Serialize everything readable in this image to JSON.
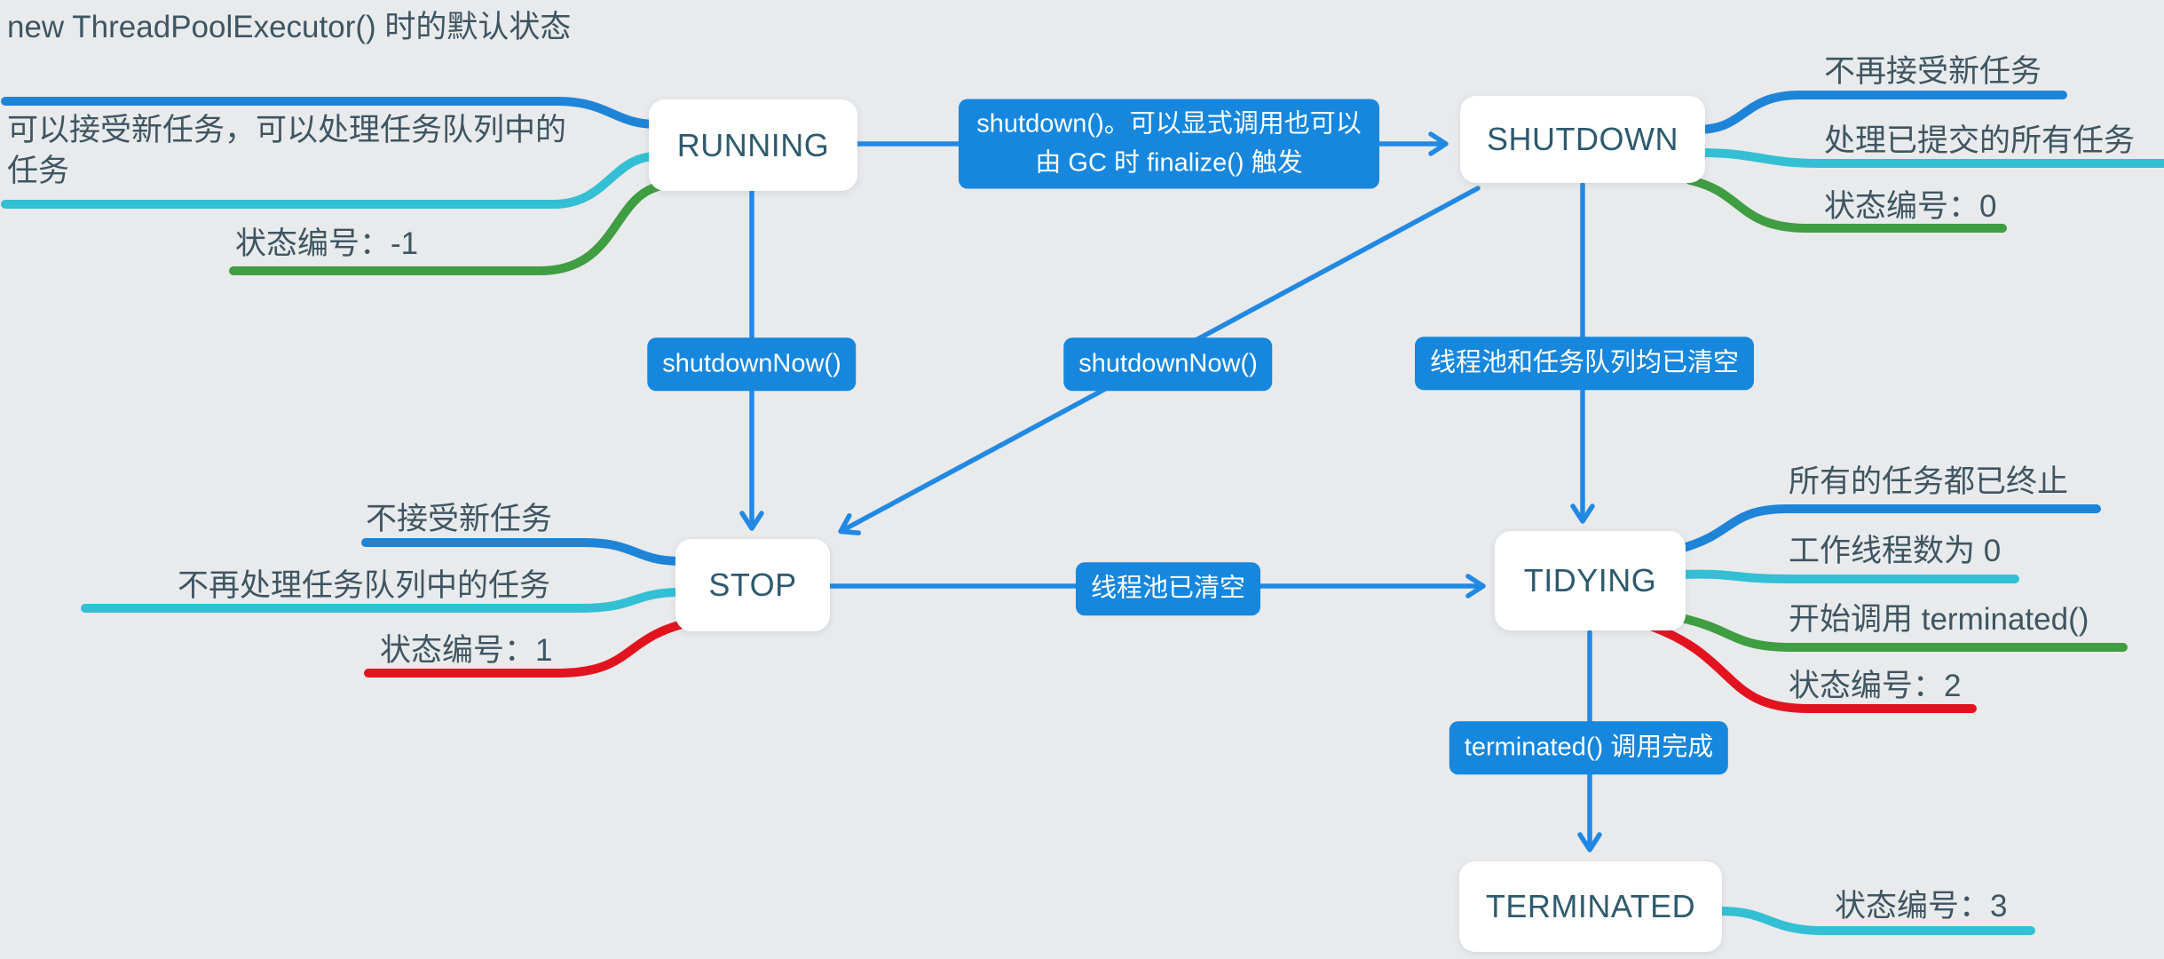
{
  "palette": {
    "background": "#e8eaec",
    "branch_blue": "#1e84d8",
    "branch_cyan": "#33bfd4",
    "branch_green": "#3f9d42",
    "branch_red": "#e2131f",
    "arrow_blue": "#2289e3",
    "edge_label_background": "#1687dd",
    "edge_label_text": "#ffffff",
    "node_background": "#ffffff",
    "node_text": "#2e5a6e",
    "note_text": "#3f5561"
  },
  "nodes": {
    "running": {
      "label": "RUNNING"
    },
    "shutdown": {
      "label": "SHUTDOWN"
    },
    "stop": {
      "label": "STOP"
    },
    "tidying": {
      "label": "TIDYING"
    },
    "terminated": {
      "label": "TERMINATED"
    }
  },
  "edge_labels": {
    "running_shutdown": "shutdown()。可以显式调用也可以由 GC 时 finalize() 触发",
    "running_stop": "shutdownNow()",
    "shutdown_stop": "shutdownNow()",
    "shutdown_tidying": "线程池和任务队列均已清空",
    "stop_tidying": "线程池已清空",
    "tidying_terminated": "terminated() 调用完成"
  },
  "annotations": {
    "running": [
      {
        "text": "new ThreadPoolExecutor() 时的默认状态",
        "color": "#1e84d8"
      },
      {
        "text": "可以接受新任务，可以处理任务队列中的任务",
        "color": "#33bfd4"
      },
      {
        "text": "状态编号：-1",
        "color": "#3f9d42"
      }
    ],
    "shutdown": [
      {
        "text": "不再接受新任务",
        "color": "#1e84d8"
      },
      {
        "text": "处理已提交的所有任务",
        "color": "#33bfd4"
      },
      {
        "text": "状态编号：0",
        "color": "#3f9d42"
      }
    ],
    "stop": [
      {
        "text": "不接受新任务",
        "color": "#1e84d8"
      },
      {
        "text": "不再处理任务队列中的任务",
        "color": "#33bfd4"
      },
      {
        "text": "状态编号：1",
        "color": "#e2131f"
      }
    ],
    "tidying": [
      {
        "text": "所有的任务都已终止",
        "color": "#1e84d8"
      },
      {
        "text": "工作线程数为 0",
        "color": "#33bfd4"
      },
      {
        "text": "开始调用 terminated()",
        "color": "#3f9d42"
      },
      {
        "text": "状态编号：2",
        "color": "#e2131f"
      }
    ],
    "terminated": [
      {
        "text": "状态编号：3",
        "color": "#33bfd4"
      }
    ]
  }
}
